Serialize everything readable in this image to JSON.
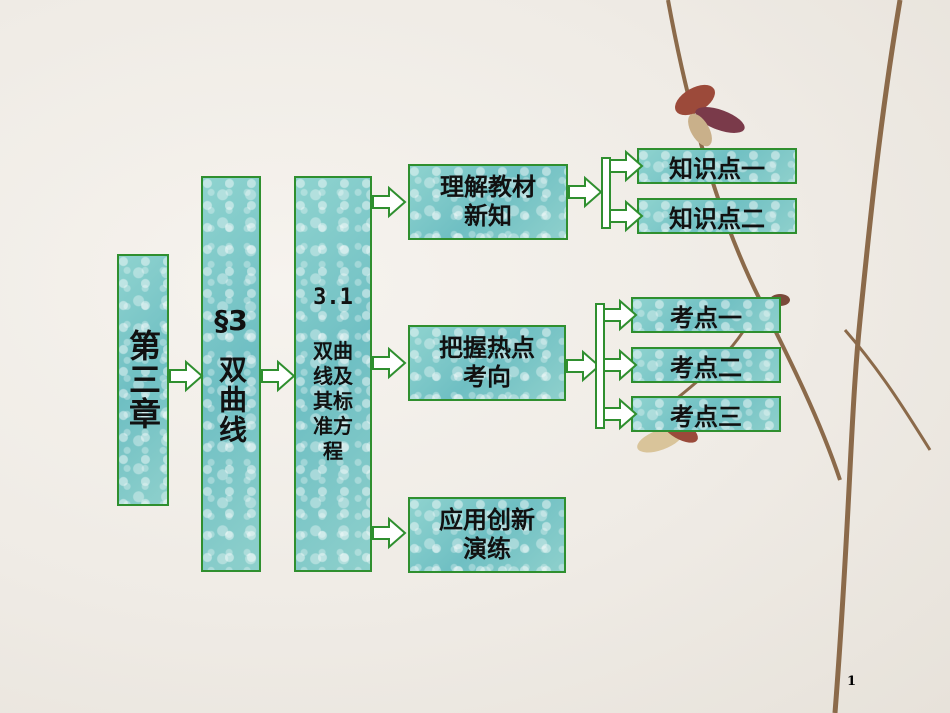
{
  "chapter": "第三章",
  "section": {
    "num": "§3",
    "title": "双曲线"
  },
  "subsection": {
    "num": "3.1",
    "title_lines": [
      "双曲",
      "线及",
      "其标",
      "准方",
      "程"
    ]
  },
  "branches": [
    {
      "label_lines": [
        "理解教材",
        "新知"
      ],
      "items": [
        "知识点一",
        "知识点二"
      ]
    },
    {
      "label_lines": [
        "把握热点",
        "考向"
      ],
      "items": [
        "考点一",
        "考点二",
        "考点三"
      ]
    },
    {
      "label_lines": [
        "应用创新",
        "演练"
      ],
      "items": []
    }
  ],
  "page_number": "1"
}
